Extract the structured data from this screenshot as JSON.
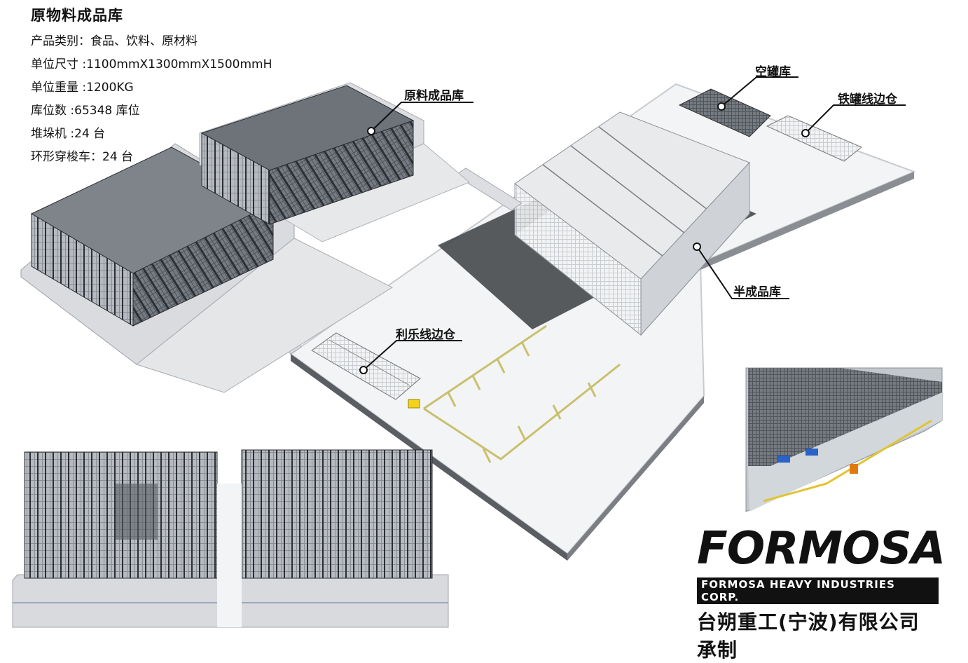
{
  "info": {
    "title": "原物料成品库",
    "lines": [
      "产品类别：食品、饮料、原材料",
      "单位尺寸 :1100mmX1300mmX1500mmH",
      "单位重量 :1200KG",
      "库位数 :65348 库位",
      "堆垛机 :24 台",
      "环形穿梭车：24 台"
    ]
  },
  "callouts": {
    "raw_finished": "原料成品库",
    "empty_can": "空罐库",
    "iron_can_side": "铁罐线边仓",
    "semi_finished": "半成品库",
    "lile_side": "利乐线边仓"
  },
  "logo": {
    "wordmark": "FORMOSA",
    "subtitle": "FORMOSA HEAVY INDUSTRIES CORP.",
    "chinese": "台朔重工(宁波)有限公司承制"
  }
}
